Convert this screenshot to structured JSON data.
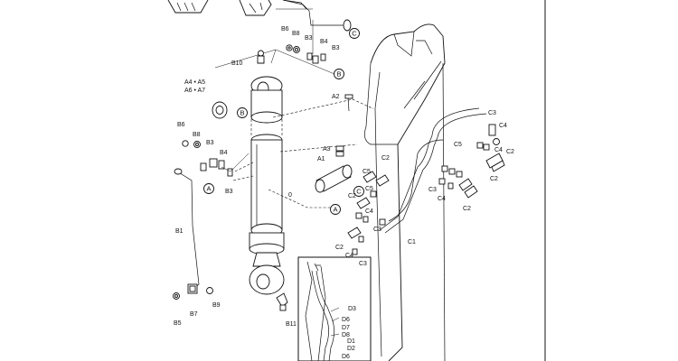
{
  "labels": {
    "b6_top": "B6",
    "b8_top": "B8",
    "b3_top": "B3",
    "b4_top": "B4",
    "b3_top2": "B3",
    "b10": "B10",
    "a4_a5": "A4 • A5",
    "a6_a7": "A6 • A7",
    "a2": "A2",
    "a3": "A3",
    "a1": "A1",
    "b6_left": "B6",
    "b8_left": "B8",
    "b3_left": "B3",
    "b4_left": "B4",
    "b3_left2": "B3",
    "b1": "B1",
    "b9": "B9",
    "b7": "B7",
    "b5": "B5",
    "b11": "B11",
    "part_zero": "0",
    "c3_a": "C3",
    "c4_a": "C4",
    "c5_a": "C5",
    "c2_a": "C2",
    "c5_b": "C5",
    "c3_b": "C3",
    "c4_b": "C4",
    "c2_b": "C2",
    "c5_c": "C5",
    "c2_c": "C2",
    "c4_c": "C4",
    "c3_c": "C3",
    "c4_d": "C4",
    "c2_d": "C2",
    "c1": "C1",
    "c2_e": "C2",
    "c4_e": "C4",
    "c3_e": "C3",
    "c2_f": "C2",
    "d3": "D3",
    "d6": "D6",
    "d7": "D7",
    "d8": "D8",
    "d1": "D1",
    "d2": "D2",
    "d6b": "D6"
  },
  "callouts": {
    "a": "A",
    "b": "B",
    "c": "C"
  }
}
